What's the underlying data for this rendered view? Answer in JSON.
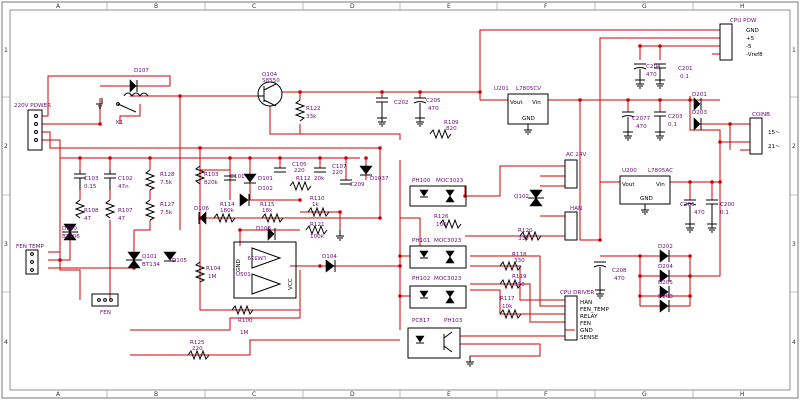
{
  "frame": {
    "cols": [
      "A",
      "B",
      "C",
      "D",
      "E",
      "F",
      "G",
      "H"
    ],
    "rows": [
      "1",
      "2",
      "3",
      "4"
    ]
  },
  "labels": {
    "power_in": "220V POWER",
    "fen_temp_conn": "FEN TEMP",
    "fen": "FEN",
    "cpu_pow": "CPU POW",
    "cpu_pow_pins": [
      "GND",
      "+5",
      "-5",
      "-Vref8"
    ],
    "d107": "D107",
    "k1": "K1",
    "q104": "Q104",
    "q104_part": "S8550",
    "r122": "R122",
    "r122_val": "33k",
    "c202": "C202",
    "c205": "C205",
    "c205_val": "470",
    "u201": "U201",
    "u201_part": "L7805CV",
    "vout": "Vout",
    "vin": "Vin",
    "gnd": "GND",
    "c204": "C204",
    "c204_val": "470",
    "c201": "C201",
    "c201_val": "0.1",
    "c2077": "C2077",
    "c2077_val": "470",
    "c203": "C203",
    "c203_val": "0.1",
    "d201": "D201",
    "d203": "D203",
    "coinb": "COINB",
    "coinb_15": "15~",
    "coinb_21": "21~",
    "r109": "R109",
    "r109_val": "820",
    "u200": "U200",
    "u200_part": "L7805AC",
    "c206": "C206",
    "c206_val": "470",
    "c200": "C200",
    "c200_val": "0.1",
    "c103": "C103",
    "c103_val": "0.15",
    "c102": "C102",
    "c102_val": "47n",
    "r128": "R128",
    "r128_val": "7.5k",
    "r127": "R127",
    "r127_val": "7.5k",
    "r103": "R103",
    "r103_val": "820k",
    "c101": "C101",
    "d101": "D101",
    "d102": "D102",
    "c105": "C105",
    "c105_val": "220",
    "r112": "R112",
    "r112_val": "20k",
    "c107": "C107",
    "c107_val": "220",
    "c209": "C209",
    "d1037": "D1037",
    "r108": "R108",
    "r108_val": "47",
    "r107": "R107",
    "r107_val": "47",
    "d106": "D106",
    "r114": "R114",
    "r114_val": "180k",
    "r115": "R115",
    "r115_val": "18k",
    "r110": "R110",
    "r110_val": "1k",
    "r121": "R121",
    "r121_val": "100k",
    "d100": "D100",
    "bta06": "BTA06",
    "q101": "Q101",
    "bt134": "BT134",
    "d105": "D105",
    "d108": "D108",
    "r104": "R104",
    "r104_val": "1M",
    "u501": "U501",
    "u501_part": "LM339",
    "vcc": "VCC",
    "gnd_u501": "GND",
    "d104": "D104",
    "r100": "R100",
    "r100_val": "1M",
    "r125": "R125",
    "r125_val": "220",
    "ph100": "PH100",
    "moc3023_a": "MOC3023",
    "r126": "R126",
    "r126_val": "100",
    "ph101": "PH101",
    "moc3023_b": "MOC3023",
    "ph102": "PH102",
    "moc3023_c": "MOC3023",
    "r120": "R120",
    "r120_val": "330",
    "r118": "R118",
    "r118_val": "330",
    "r119": "R119",
    "r119_val": "330",
    "r117": "R117",
    "r117_val": "10k",
    "pc817": "PC817",
    "ph103": "PH103",
    "ac24v": "AC 24V",
    "q102": "Q102",
    "han": "HAN",
    "cpu_driver": "CPU DRIVER",
    "cpu_driver_pins": [
      "HAN",
      "FEN_TEMP",
      "RELAY",
      "FEN",
      "GND",
      "SENSE"
    ],
    "c208": "C208",
    "c208_val": "470",
    "d202": "D202",
    "d204": "D204",
    "d205": "D205",
    "d203b": "D203"
  }
}
